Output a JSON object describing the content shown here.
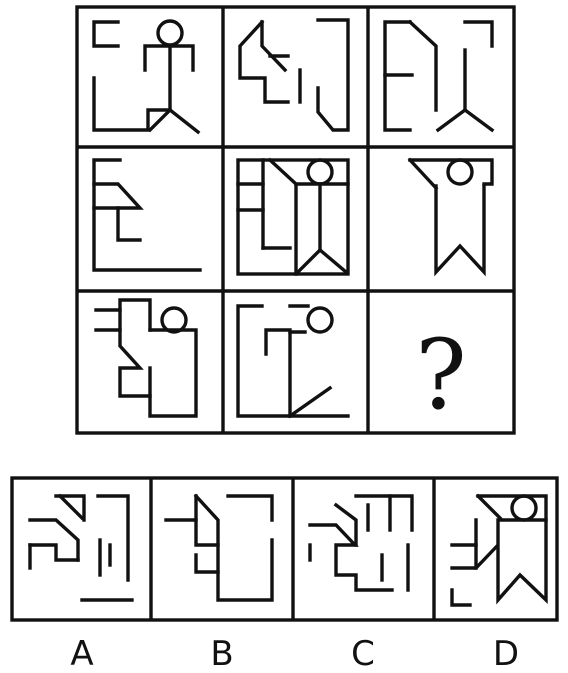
{
  "puzzle": {
    "missing_mark": "?",
    "options": [
      "A",
      "B",
      "C",
      "D"
    ]
  }
}
